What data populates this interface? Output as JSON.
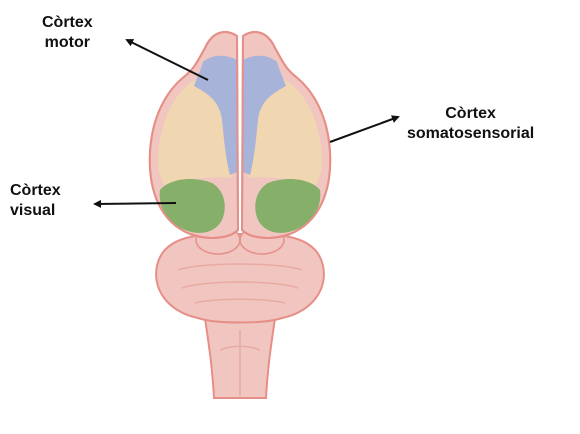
{
  "labels": {
    "motor": {
      "line1": "Còrtex",
      "line2": "motor"
    },
    "visual": {
      "line1": "Còrtex",
      "line2": "visual"
    },
    "somatosensory": {
      "line1": "Còrtex",
      "line2": "somatosensorial"
    }
  },
  "colors": {
    "brain_fill": "#f2c6c0",
    "brain_outline": "#e58f88",
    "motor_region": "#a7b3d8",
    "somatosensory_region": "#f1d6b2",
    "visual_region": "#86b06a",
    "arrow": "#111111"
  }
}
